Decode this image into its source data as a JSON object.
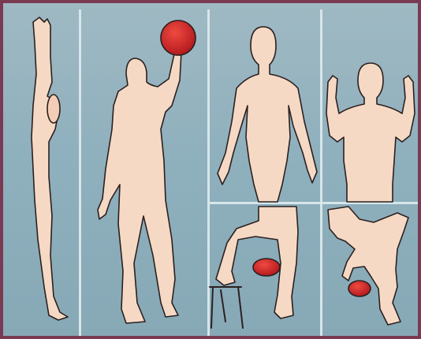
{
  "image": {
    "description_tag": "illustration",
    "panels": [
      {
        "id": "p1"
      },
      {
        "id": "p2"
      },
      {
        "id": "p3"
      },
      {
        "id": "p4"
      },
      {
        "id": "p5"
      },
      {
        "id": "p6"
      }
    ]
  },
  "colors": {
    "frame": "#7a3a52",
    "background": "#8fb0bd",
    "skin": "#f6d9c4",
    "outline": "#2b2020",
    "ball": "#d8282a",
    "divider": "#d7e6ea"
  }
}
